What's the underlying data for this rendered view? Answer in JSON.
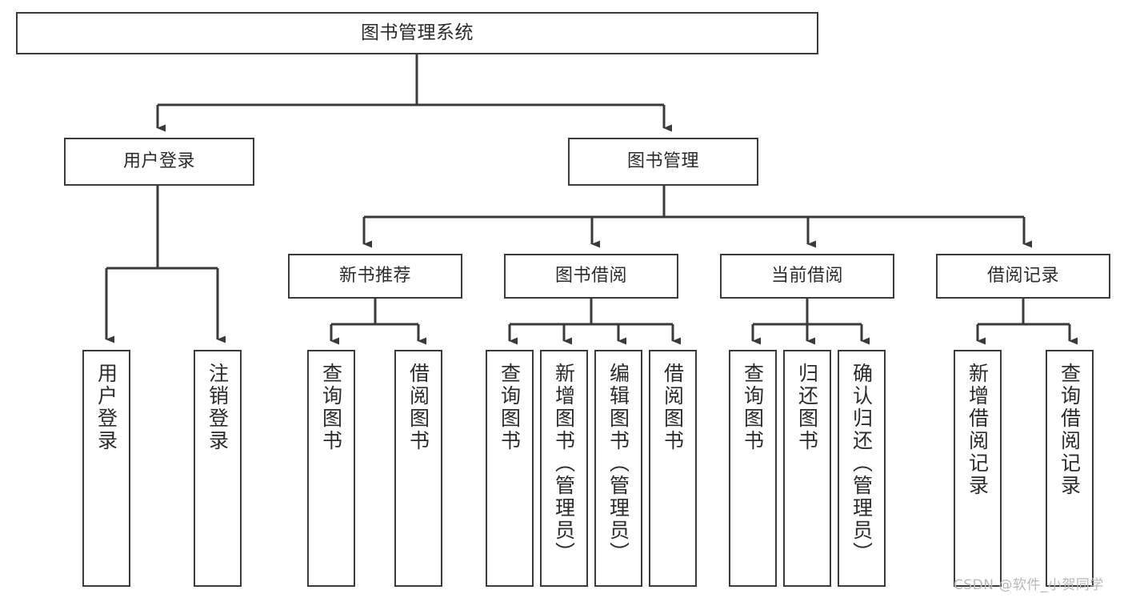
{
  "diagram": {
    "title": "图书管理系统",
    "type": "tree-hierarchy",
    "root": {
      "label": "图书管理系统"
    },
    "level2": [
      {
        "label": "用户登录"
      },
      {
        "label": "图书管理"
      }
    ],
    "level3": [
      {
        "label": "新书推荐"
      },
      {
        "label": "图书借阅"
      },
      {
        "label": "当前借阅"
      },
      {
        "label": "借阅记录"
      }
    ],
    "leaves": {
      "user_login": [
        {
          "label": "用户登录"
        },
        {
          "label": "注销登录"
        }
      ],
      "new_book_recommend": [
        {
          "label": "查询图书"
        },
        {
          "label": "借阅图书"
        }
      ],
      "book_borrow": [
        {
          "label": "查询图书"
        },
        {
          "label": "新增图书（管理员）"
        },
        {
          "label": "编辑图书（管理员）"
        },
        {
          "label": "借阅图书"
        }
      ],
      "current_borrow": [
        {
          "label": "查询图书"
        },
        {
          "label": "归还图书"
        },
        {
          "label": "确认归还（管理员）"
        }
      ],
      "borrow_record": [
        {
          "label": "新增借阅记录"
        },
        {
          "label": "查询借阅记录"
        }
      ]
    }
  },
  "watermark": {
    "text": "CSDN @软件_小贺同学"
  },
  "colors": {
    "border": "#3a3a3a",
    "background": "#ffffff",
    "text": "#2b2b2b",
    "wire": "#3a3a3a",
    "watermark": "#b9b9b9"
  }
}
